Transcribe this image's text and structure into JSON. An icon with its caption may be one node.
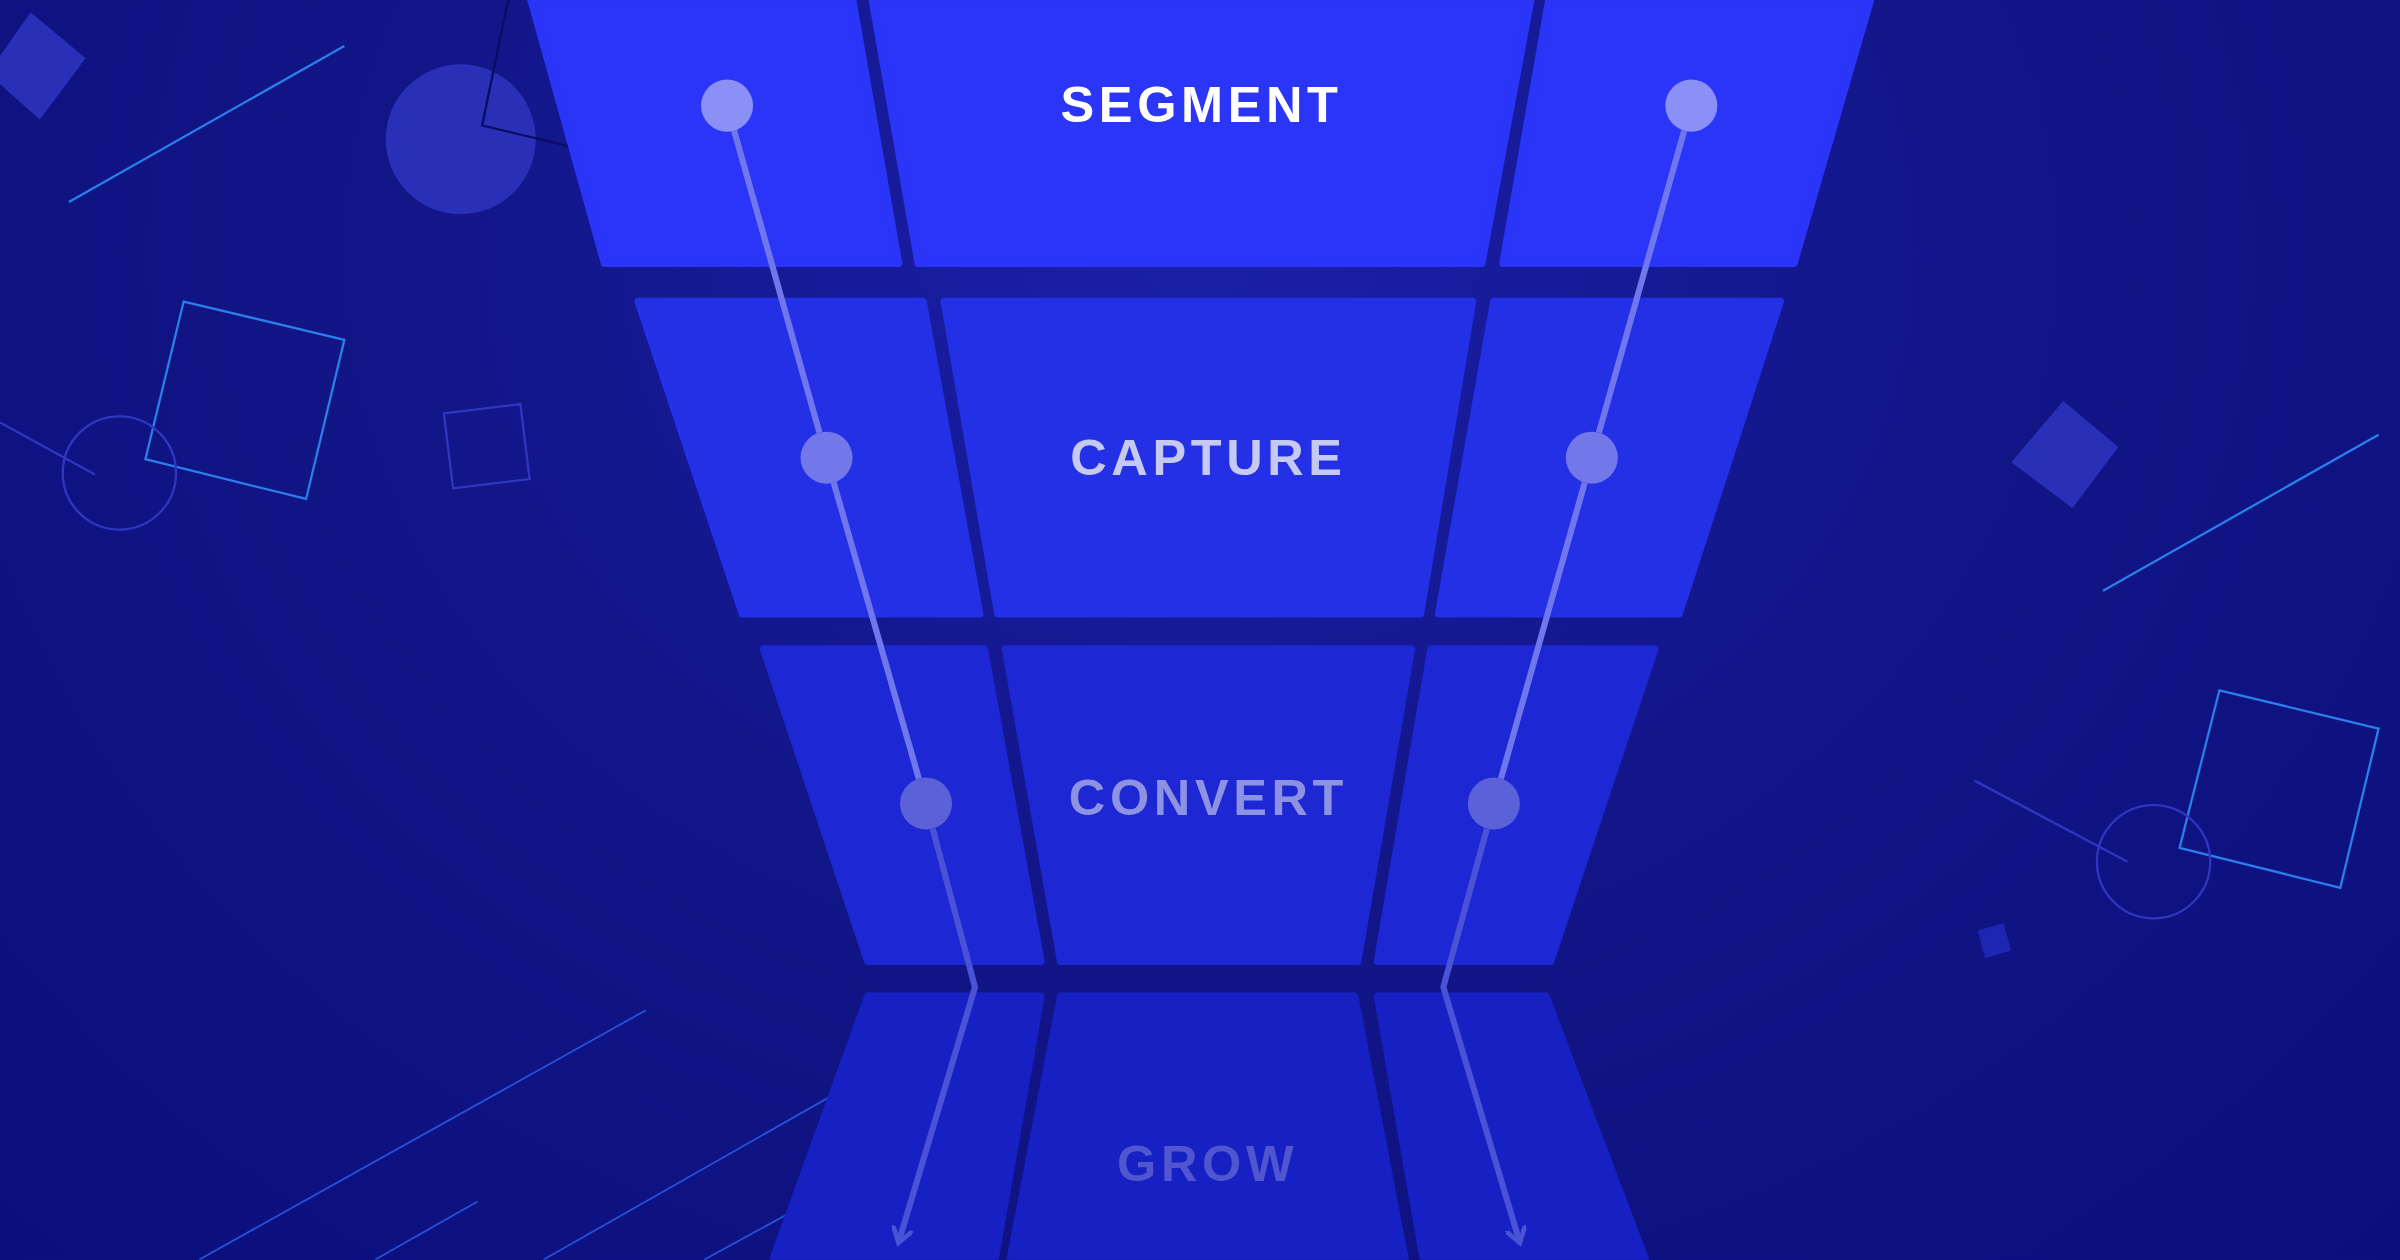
{
  "diagram": {
    "nodes": [
      {
        "text": [],
        "shape": "box"
      },
      {
        "text": [
          "SEGMENT"
        ]
      },
      {
        "text": [],
        "shape": "box"
      },
      {
        "text": [],
        "shape": "box"
      },
      {
        "text": [
          "CAPTURE"
        ]
      },
      {
        "text": [],
        "shape": "box"
      },
      {
        "text": [],
        "shape": "box"
      },
      {
        "text": [
          "CONVERT"
        ]
      },
      {
        "text": [],
        "shape": "box"
      },
      {
        "text": [],
        "shape": "box"
      },
      {
        "text": [
          "GROW"
        ]
      },
      {
        "text": [],
        "shape": "box"
      },
      {
        "text": [],
        "shape": "circle",
        "in": 0
      },
      {
        "text": [],
        "shape": "circle",
        "in": 3
      },
      {
        "text": [],
        "shape": "circle",
        "in": 6
      },
      {
        "text": [],
        "shape": "circle",
        "in": 2
      },
      {
        "text": [],
        "shape": "circle",
        "in": 5
      },
      {
        "text": [],
        "shape": "circle",
        "in": 8
      }
    ],
    "edges": [
      {
        "from": 12,
        "to": 13,
        "arrow": "none"
      },
      {
        "from": 13,
        "to": 14,
        "arrow": "none"
      },
      {
        "from": 14,
        "to": 9,
        "arrow": "to"
      },
      {
        "from": 15,
        "to": 16,
        "arrow": "none"
      },
      {
        "from": 16,
        "to": 17,
        "arrow": "none"
      },
      {
        "from": 17,
        "to": 11,
        "arrow": "to"
      }
    ]
  }
}
